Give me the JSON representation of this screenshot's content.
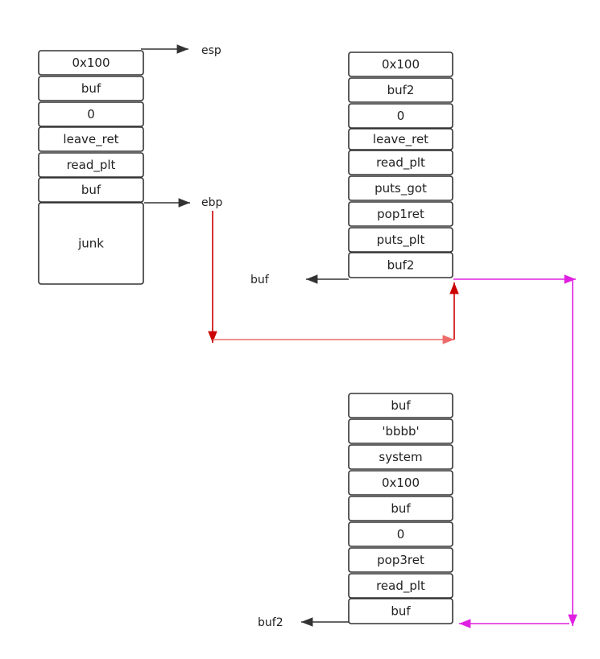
{
  "stacks": [
    {
      "id": "stack-1",
      "cells": [
        "0x100",
        "buf",
        "0",
        "leave_ret",
        "read_plt",
        "buf",
        "junk"
      ]
    },
    {
      "id": "stack-2",
      "cells": [
        "0x100",
        "buf2",
        "0",
        "leave_ret",
        "read_plt",
        "puts_got",
        "pop1ret",
        "puts_plt",
        "buf2"
      ]
    },
    {
      "id": "stack-3",
      "cells": [
        "buf",
        "'bbbb'",
        "system",
        "0x100",
        "buf",
        "0",
        "pop3ret",
        "read_plt",
        "buf"
      ]
    }
  ],
  "labels": {
    "esp": "esp",
    "ebp": "ebp",
    "buf": "buf",
    "buf2": "buf2"
  },
  "colors": {
    "box_stroke": "#333333",
    "pointer_arrow": "#333333",
    "red_path": "#cc0000",
    "red_path_light": "#ee6a6a",
    "magenta_path": "#e020e0"
  }
}
